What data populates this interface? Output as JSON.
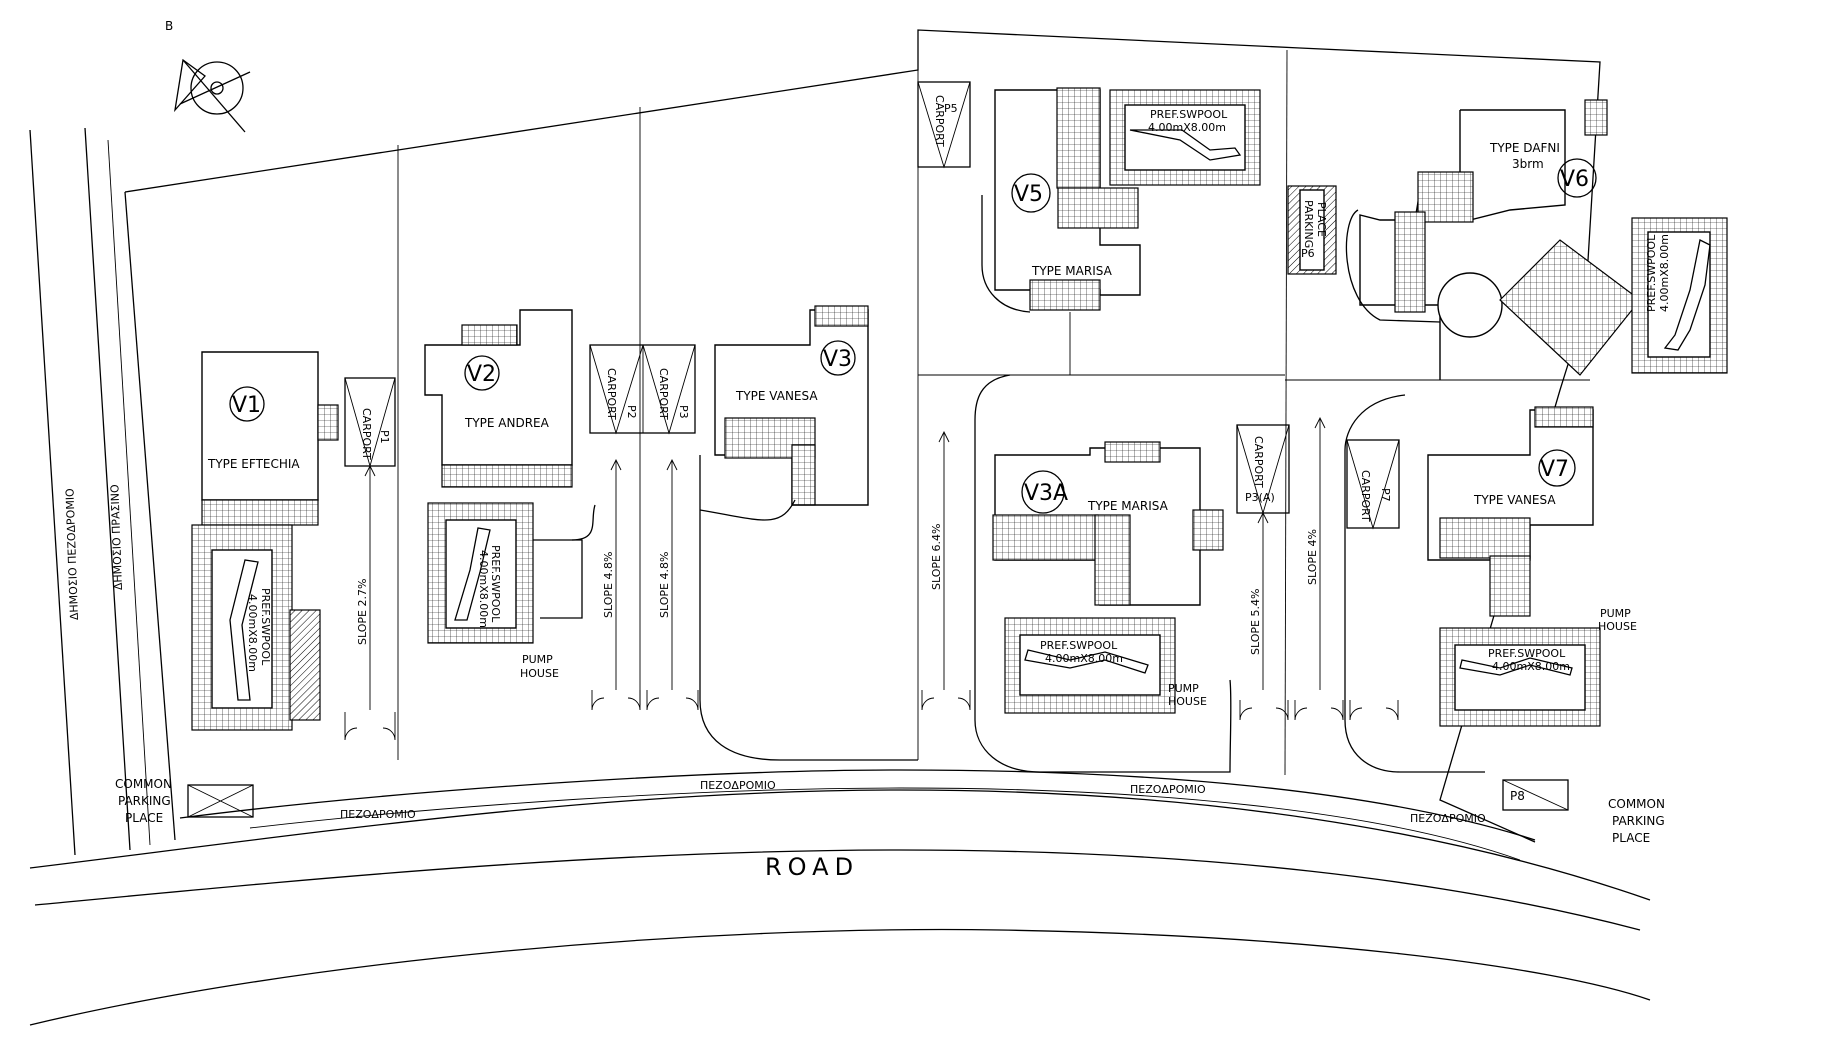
{
  "north_letter": "B",
  "road": "ROAD",
  "left_streets": {
    "public_sidewalk": "ΔΗΜΟΣΙΟ ΠΕΖΟΔΡΟΜΙΟ",
    "public_green": "ΔΗΜΟΣΙΟ ΠΡΑΣΙΝΟ"
  },
  "sidewalk": "ΠΕΖΟΔΡΟΜΙΟ",
  "common_parking": {
    "line1": "COMMON",
    "line2": "PARKING",
    "line3": "PLACE"
  },
  "parking_p8": "P8",
  "villas": {
    "v1": {
      "label": "V1",
      "type": "TYPE EFTECHIA"
    },
    "v2": {
      "label": "V2",
      "type": "TYPE ANDREA"
    },
    "v3": {
      "label": "V3",
      "type": "TYPE VANESA"
    },
    "v5": {
      "label": "V5",
      "type": "TYPE MARISA"
    },
    "v6": {
      "label": "V6",
      "type": "TYPE DAFNI",
      "rooms": "3brm"
    },
    "v3a": {
      "label": "V3A",
      "type": "TYPE MARISA"
    },
    "v7": {
      "label": "V7",
      "type": "TYPE VANESA"
    }
  },
  "pool": {
    "label": "PREF.SWPOOL",
    "size": "4.00mX8.00m"
  },
  "pump_house": {
    "line1": "PUMP",
    "line2": "HOUSE"
  },
  "carport": {
    "word": "CARPORT",
    "p1": "P1",
    "p2": "P2",
    "p3": "P3",
    "p5": "P5",
    "p3a": "P3(A)",
    "p7": "P7"
  },
  "parking_p6": {
    "word": "PARKING",
    "line2": "PLACE",
    "id": "P6"
  },
  "slopes": {
    "s1": "SLOPE 2.7%",
    "s2": "SLOPE 4.8%",
    "s3": "SLOPE 4.8%",
    "s4": "SLOPE 6.4%",
    "s5": "SLOPE 5.4%",
    "s6": "SLOPE 4%"
  }
}
